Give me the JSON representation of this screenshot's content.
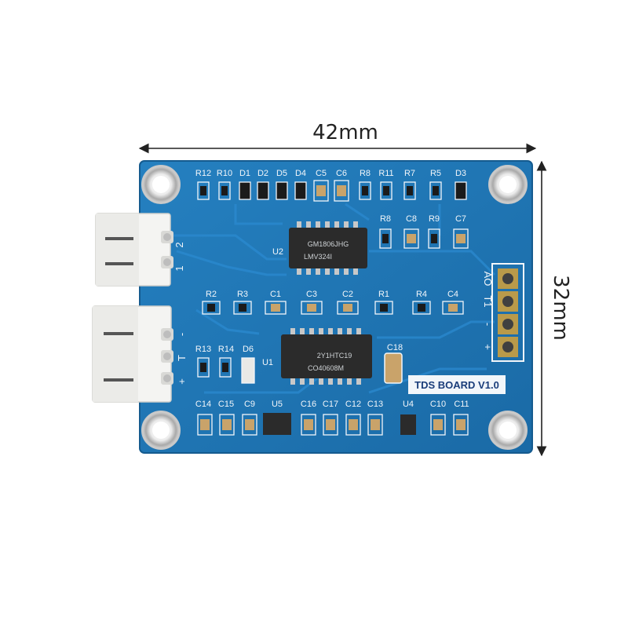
{
  "dimensions": {
    "width": "42mm",
    "height": "32mm"
  },
  "board_label": "TDS BOARD V1.0",
  "chips": {
    "u2_line1": "GM1806JHG",
    "u2_line2": "LMV324I",
    "u1_line1": "2Y1HTC19",
    "u1_line2": "CO40608M"
  },
  "designators": {
    "r12": "R12",
    "r10": "R10",
    "d1": "D1",
    "d2": "D2",
    "d5": "D5",
    "d4": "D4",
    "c5": "C5",
    "c6": "C6",
    "r8top": "R8",
    "r11": "R11",
    "r7": "R7",
    "r5": "R5",
    "d3": "D3",
    "r8": "R8",
    "c8": "C8",
    "r9": "R9",
    "c7": "C7",
    "u2": "U2",
    "r2": "R2",
    "r3": "R3",
    "c1": "C1",
    "c3": "C3",
    "c2": "C2",
    "r1": "R1",
    "r4": "R4",
    "c4": "C4",
    "r13": "R13",
    "r14": "R14",
    "d6": "D6",
    "u1": "U1",
    "c18": "C18",
    "c14": "C14",
    "c15": "C15",
    "c9": "C9",
    "u5": "U5",
    "c16": "C16",
    "c17": "C17",
    "c12": "C12",
    "c13": "C13",
    "u4": "U4",
    "c10": "C10",
    "c11": "C11"
  },
  "pins": {
    "right": [
      "AO",
      "T1",
      "-",
      "+"
    ],
    "probe_top": [
      "2",
      "1"
    ],
    "probe_bottom": [
      "-",
      "T",
      "+"
    ]
  },
  "colors": {
    "pcb": "#1f76b4",
    "pcb_dark": "#17649b",
    "silk": "#f2f6fa"
  }
}
